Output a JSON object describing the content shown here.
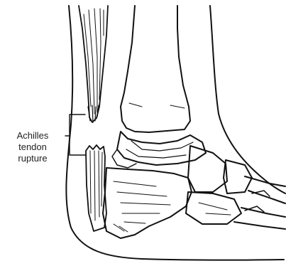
{
  "annotation": {
    "lines": [
      "Achilles",
      "tendon",
      "rupture"
    ]
  },
  "colors": {
    "ink": "#111111",
    "background": "#ffffff"
  }
}
